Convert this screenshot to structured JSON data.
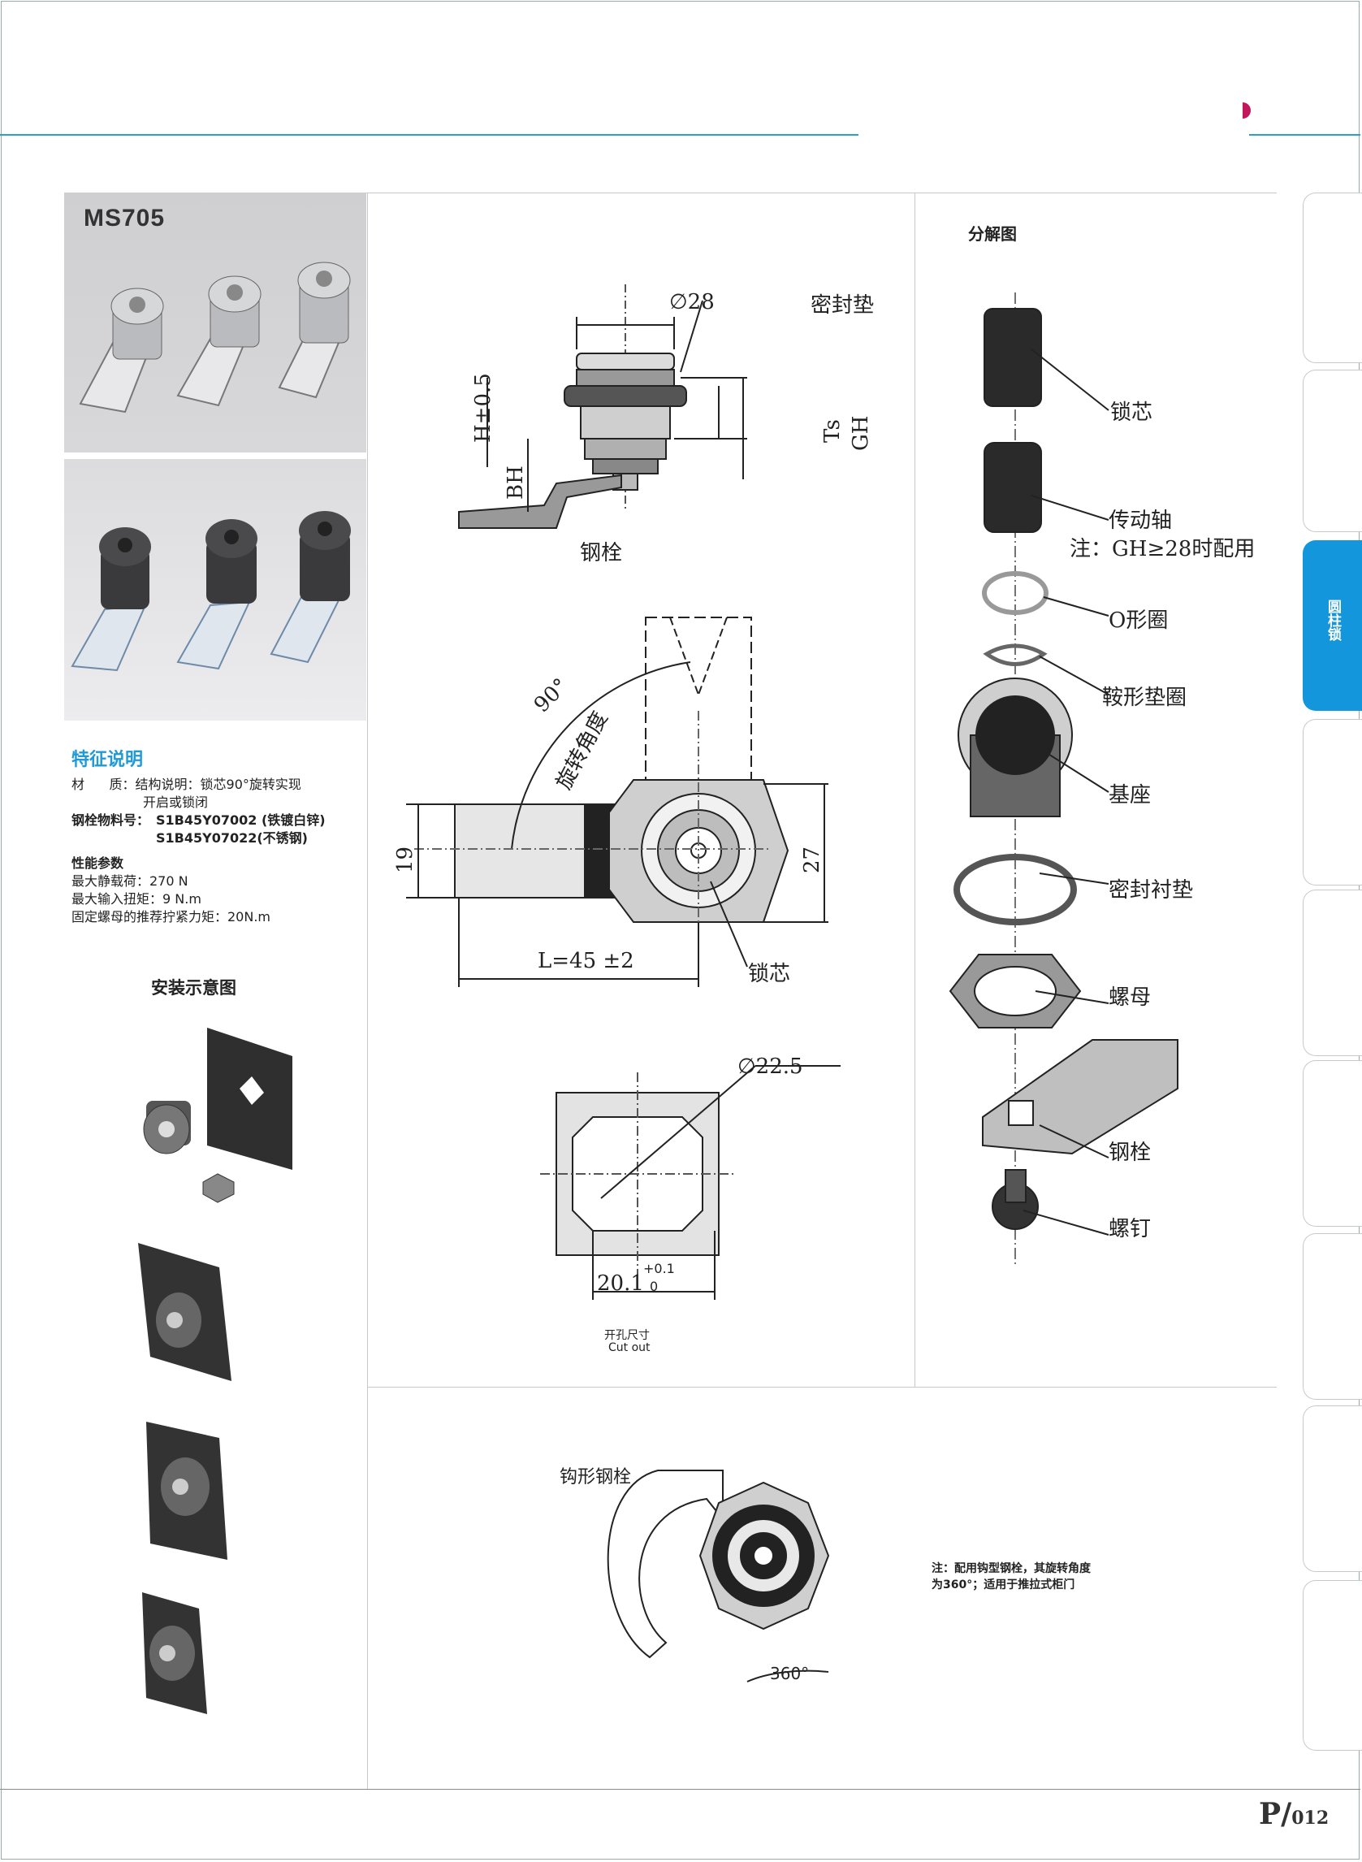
{
  "model": "MS705",
  "features": {
    "title": "特征说明",
    "material_line1": "材      质：结构说明：锁芯90°旋转实现",
    "material_line2": "开启或锁闭",
    "latch_part_label": "钢栓物料号：",
    "latch_part_1": "S1B45Y07002 (铁镀白锌)",
    "latch_part_2": "S1B45Y07022(不锈钢)",
    "perf_title": "性能参数",
    "perf_1": "最大静载荷：270 N",
    "perf_2": "最大输入扭矩：9 N.m",
    "perf_3": "固定螺母的推荐拧紧力矩：20N.m"
  },
  "install_title": "安装示意图",
  "side_view": {
    "dia": "∅28",
    "seal_pad": "密封垫",
    "h_dim": "H±0.5",
    "bh": "BH",
    "ts": "Ts",
    "gh": "GH",
    "latch": "钢栓"
  },
  "top_view": {
    "angle": "90°",
    "rotate": "旋转角度",
    "h19": "19",
    "h27": "27",
    "length": "L=45 ±2",
    "core": "锁芯"
  },
  "cutout": {
    "dia": "∅22.5",
    "width": "20.1",
    "tol_plus": "+0.1",
    "tol_zero": "0",
    "caption_cn": "开孔尺寸",
    "caption_en": "Cut out"
  },
  "exploded": {
    "title": "分解图",
    "parts": [
      "锁芯",
      "传动轴",
      "注：GH≥28时配用",
      "O形圈",
      "鞍形垫圈",
      "基座",
      "密封衬垫",
      "螺母",
      "钢栓",
      "螺钉"
    ]
  },
  "hook": {
    "label": "钩形钢栓",
    "angle": "360°",
    "note_1": "注：配用钩型钢栓，其旋转角度",
    "note_2": "为360°；适用于推拉式柜门"
  },
  "side_tab_active": "圆柱锁",
  "page": {
    "prefix": "P/",
    "number": "012"
  },
  "colors": {
    "accent": "#1496dc",
    "rule": "#2a9fd6"
  }
}
